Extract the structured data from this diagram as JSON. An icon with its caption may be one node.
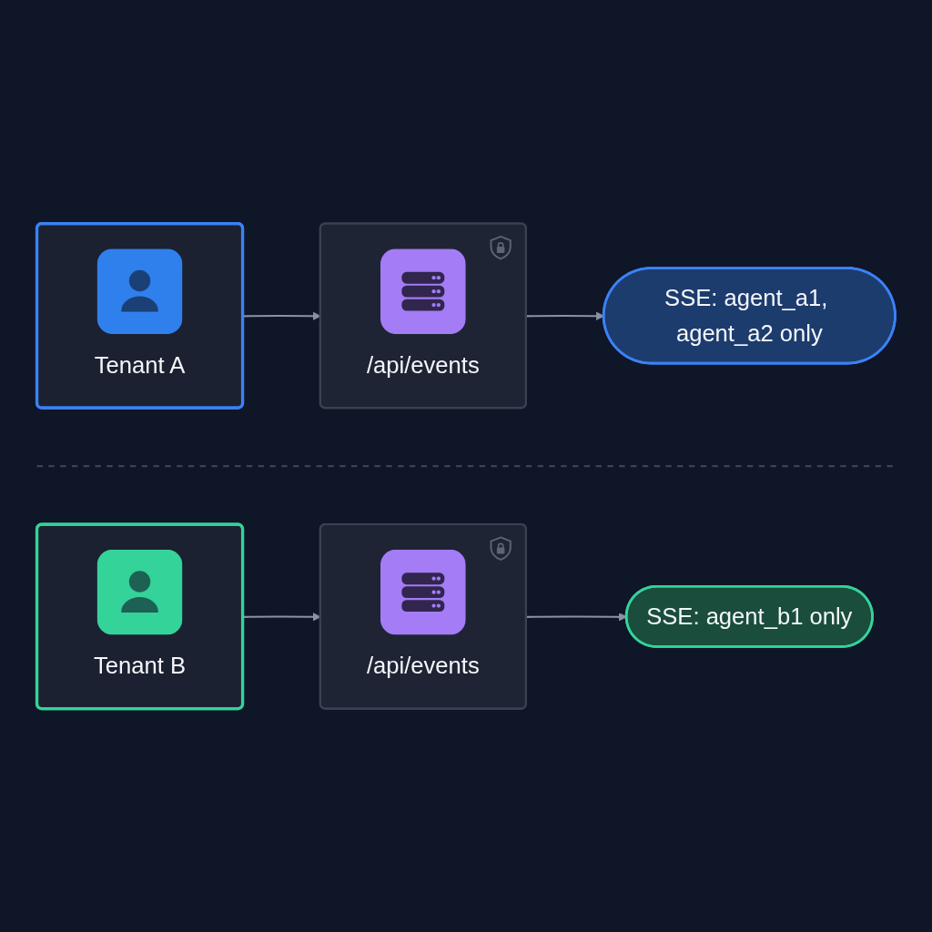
{
  "diagram": {
    "nodes": [
      {
        "text": [
          "Tenant A"
        ]
      },
      {
        "text": [
          "/api/events"
        ]
      },
      {
        "text": [
          "SSE: agent_a1, agent_a2 only"
        ]
      },
      {
        "text": [
          "Tenant B"
        ]
      },
      {
        "text": [
          "/api/events"
        ]
      },
      {
        "text": [
          "SSE: agent_b1 only"
        ]
      }
    ],
    "edges": [
      {
        "from": 0,
        "to": 1,
        "arrow": "to"
      },
      {
        "from": 1,
        "to": 2,
        "arrow": "to"
      },
      {
        "from": 3,
        "to": 4,
        "arrow": "to"
      },
      {
        "from": 4,
        "to": 5,
        "arrow": "to"
      }
    ]
  }
}
